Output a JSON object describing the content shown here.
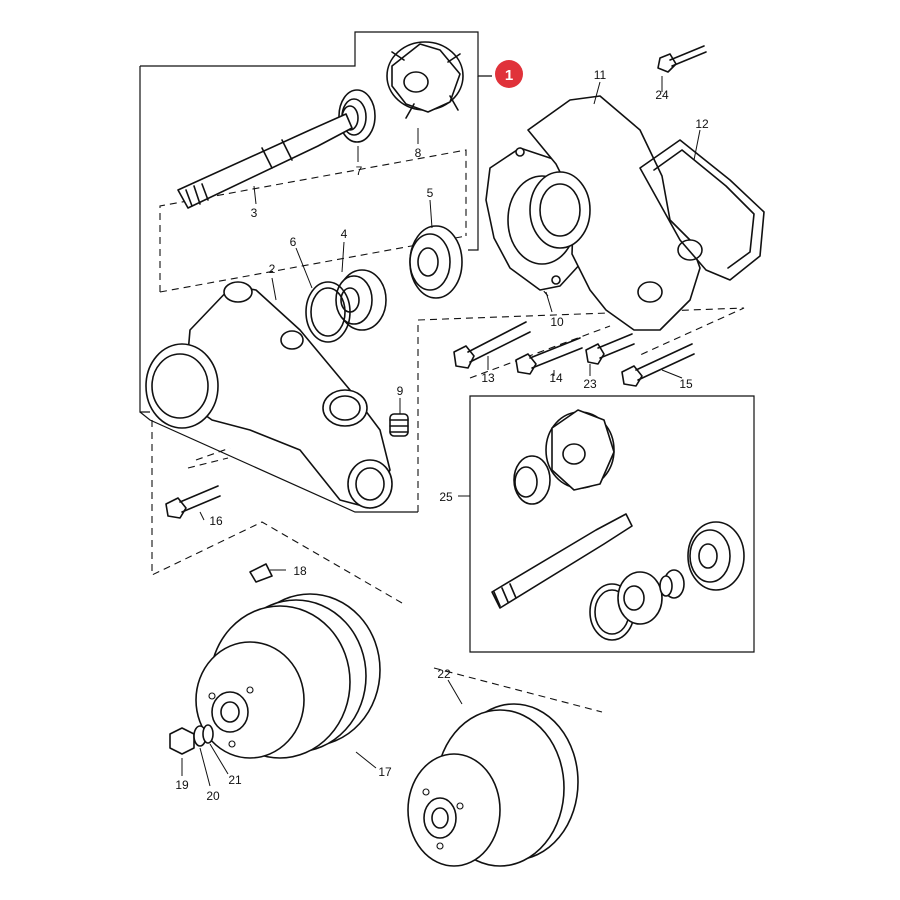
{
  "diagram": {
    "callout": {
      "number": "1",
      "color": "#e0323a"
    },
    "parts": [
      {
        "id": "p1",
        "label": "2"
      },
      {
        "id": "p2",
        "label": "3"
      },
      {
        "id": "p3",
        "label": "4"
      },
      {
        "id": "p4",
        "label": "5"
      },
      {
        "id": "p5",
        "label": "6"
      },
      {
        "id": "p6",
        "label": "7"
      },
      {
        "id": "p7",
        "label": "8"
      },
      {
        "id": "p8",
        "label": "9"
      },
      {
        "id": "p9",
        "label": "10"
      },
      {
        "id": "p10",
        "label": "11"
      },
      {
        "id": "p11",
        "label": "12"
      },
      {
        "id": "p12",
        "label": "13"
      },
      {
        "id": "p13",
        "label": "14"
      },
      {
        "id": "p14",
        "label": "15"
      },
      {
        "id": "p15",
        "label": "16"
      },
      {
        "id": "p16",
        "label": "17"
      },
      {
        "id": "p17",
        "label": "18"
      },
      {
        "id": "p18",
        "label": "19"
      },
      {
        "id": "p19",
        "label": "20"
      },
      {
        "id": "p20",
        "label": "21"
      },
      {
        "id": "p21",
        "label": "22"
      },
      {
        "id": "p22",
        "label": "23"
      },
      {
        "id": "p23",
        "label": "24"
      },
      {
        "id": "p24",
        "label": "25"
      }
    ]
  }
}
